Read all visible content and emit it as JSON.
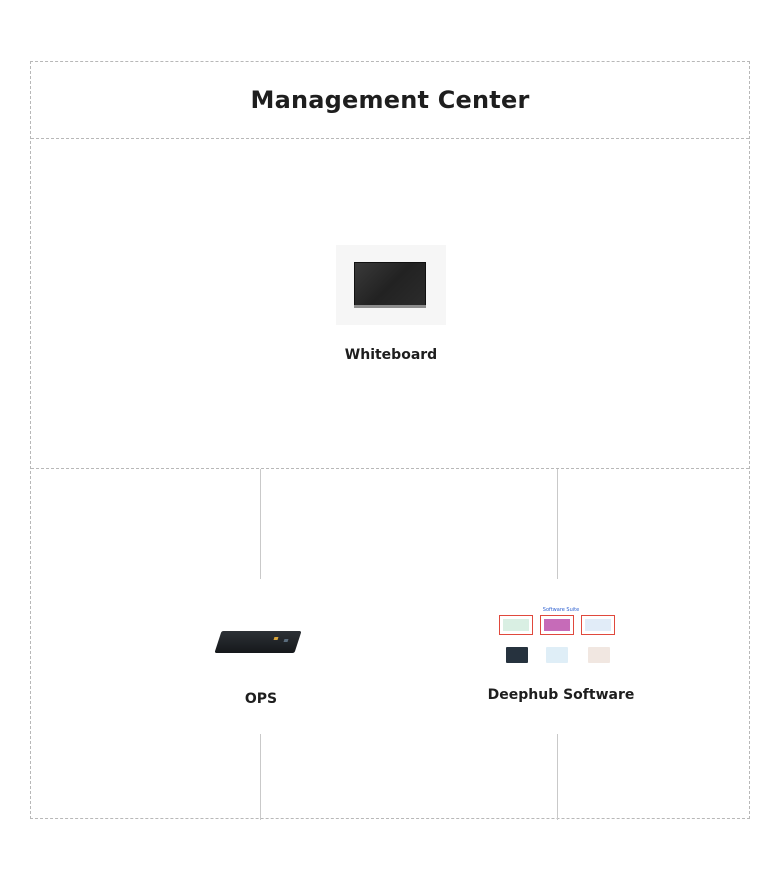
{
  "diagram": {
    "title": "Management Center",
    "nodes": {
      "whiteboard": {
        "label": "Whiteboard",
        "icon": "interactive-display-icon"
      },
      "ops": {
        "label": "OPS",
        "icon": "ops-computer-module-icon"
      },
      "software": {
        "label": "Deephub Software",
        "icon": "software-suite-icon",
        "thumbnail_title": "Software Suite"
      }
    },
    "colors": {
      "border": "#b8b8b8",
      "connector": "#c9c9c9",
      "text": "#1e1e1e",
      "suite_accent": "#e0493d",
      "suite_title": "#2c5fd0"
    }
  }
}
